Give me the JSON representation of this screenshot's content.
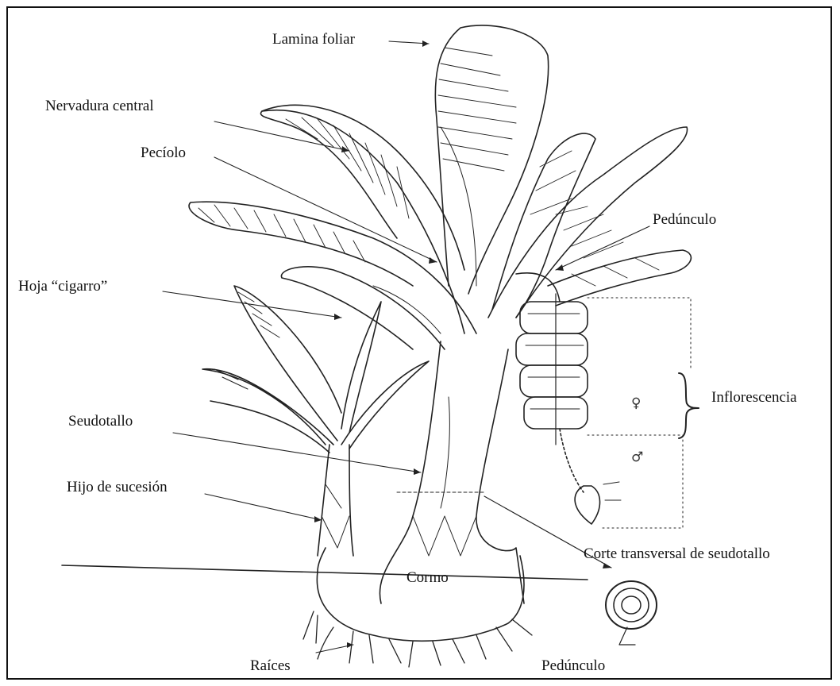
{
  "labels": {
    "lamina": "Lamina foliar",
    "nervadura": "Nervadura central",
    "peciolo": "Pecíolo",
    "pedunculo_top": "Pedúnculo",
    "hoja_cigarro": "Hoja “cigarro”",
    "inflorescencia": "Inflorescencia",
    "seudotallo": "Seudotallo",
    "hijo": "Hijo de sucesión",
    "corte": "Corte transversal de seudotallo",
    "cormo": "Cormo",
    "raices": "Raíces",
    "pedunculo_bottom": "Pedúnculo"
  },
  "symbols": {
    "female": "♀",
    "male": "♂"
  }
}
